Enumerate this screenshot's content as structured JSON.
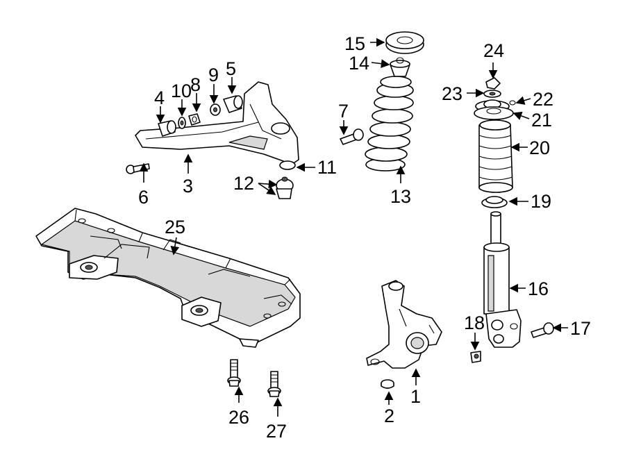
{
  "callouts": {
    "c1": "1",
    "c2": "2",
    "c3": "3",
    "c4": "4",
    "c5": "5",
    "c6": "6",
    "c7": "7",
    "c8": "8",
    "c9": "9",
    "c10": "10",
    "c11": "11",
    "c12": "12",
    "c13": "13",
    "c14": "14",
    "c15": "15",
    "c16": "16",
    "c17": "17",
    "c18": "18",
    "c19": "19",
    "c20": "20",
    "c21": "21",
    "c22": "22",
    "c23": "23",
    "c24": "24",
    "c25": "25",
    "c26": "26",
    "c27": "27"
  }
}
